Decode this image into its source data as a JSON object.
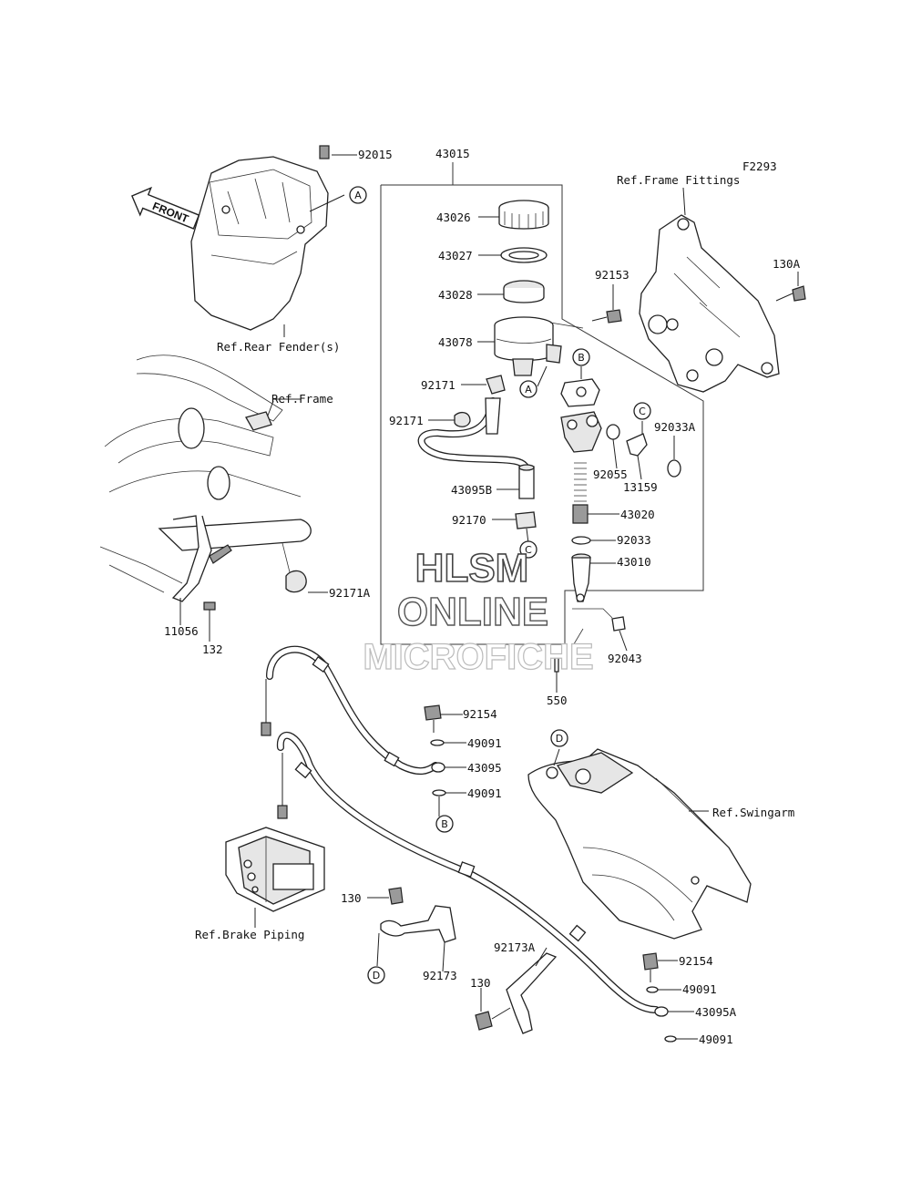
{
  "diagram_code": "F2293",
  "front_label": "FRONT",
  "watermark": {
    "line1": "HLSM",
    "line2": "ONLINE",
    "line3": "MICROFICHE"
  },
  "references": {
    "rear_fender": "Ref.Rear Fender(s)",
    "frame": "Ref.Frame",
    "frame_fittings": "Ref.Frame Fittings",
    "swingarm": "Ref.Swingarm",
    "brake_piping": "Ref.Brake Piping"
  },
  "callouts": {
    "a": "A",
    "b": "B",
    "c": "C",
    "d": "D"
  },
  "parts": {
    "p92015": "92015",
    "p43015": "43015",
    "p43026": "43026",
    "p43027": "43027",
    "p43028": "43028",
    "p43078": "43078",
    "p92171_top": "92171",
    "p92171_left": "92171",
    "p43095B": "43095B",
    "p92170": "92170",
    "p92153": "92153",
    "p130A": "130A",
    "p92033A": "92033A",
    "p92055": "92055",
    "p13159": "13159",
    "p43020": "43020",
    "p92033": "92033",
    "p43010": "43010",
    "p92043": "92043",
    "p550": "550",
    "p92171A": "92171A",
    "p11056": "11056",
    "p132": "132",
    "p92154_top": "92154",
    "p49091_a": "49091",
    "p43095": "43095",
    "p49091_b": "49091",
    "p130_left": "130",
    "p92173": "92173",
    "p92173A": "92173A",
    "p130_bottom": "130",
    "p92154_bottom": "92154",
    "p49091_c": "49091",
    "p43095A": "43095A",
    "p49091_d": "49091"
  }
}
